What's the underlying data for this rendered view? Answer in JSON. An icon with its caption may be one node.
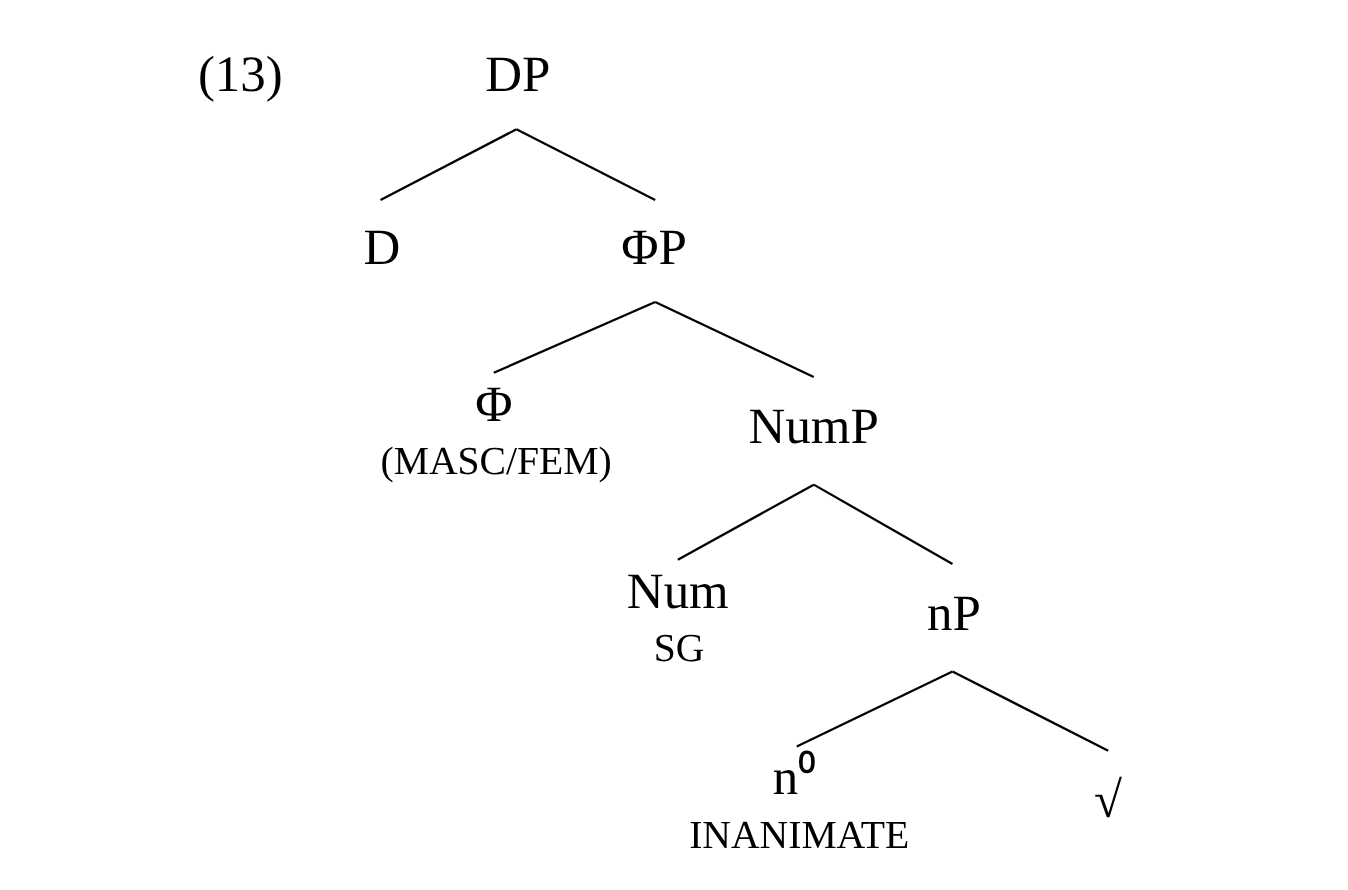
{
  "diagram": {
    "nodes": [
      {
        "text": [
          "DP"
        ]
      },
      {
        "text": [
          "D"
        ]
      },
      {
        "text": [
          "ΦP"
        ]
      },
      {
        "text": [
          "Φ"
        ],
        "beside": [
          "(MASC/FEM)"
        ]
      },
      {
        "text": [
          "NumP"
        ]
      },
      {
        "text": [
          "Num"
        ],
        "beside": [
          "SG"
        ]
      },
      {
        "text": [
          "nP"
        ]
      },
      {
        "text": [
          "n⁰"
        ],
        "beside": [
          "INANIMATE"
        ]
      },
      {
        "text": [
          "√"
        ]
      }
    ],
    "edges": [
      {
        "from": 0,
        "to": 1,
        "arrow": "none"
      },
      {
        "from": 0,
        "to": 2,
        "arrow": "none"
      },
      {
        "from": 2,
        "to": 3,
        "arrow": "none"
      },
      {
        "from": 2,
        "to": 4,
        "arrow": "none"
      },
      {
        "from": 4,
        "to": 5,
        "arrow": "none"
      },
      {
        "from": 4,
        "to": 6,
        "arrow": "none"
      },
      {
        "from": 6,
        "to": 7,
        "arrow": "none"
      },
      {
        "from": 6,
        "to": 8,
        "arrow": "none"
      }
    ],
    "labels": [
      "(13)"
    ]
  }
}
